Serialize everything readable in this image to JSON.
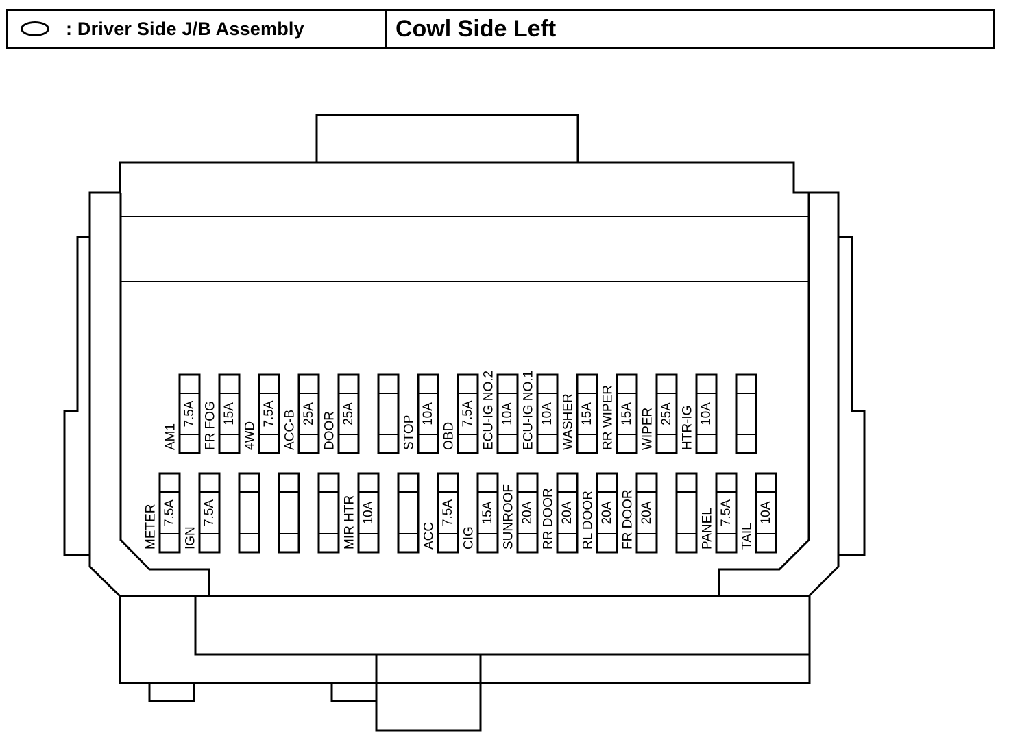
{
  "header": {
    "symbol_icon": "oval-symbol",
    "legend_text": ": Driver Side J/B Assembly",
    "location": "Cowl Side Left"
  },
  "fuses": {
    "top_row": [
      {
        "name": "AM1",
        "rating": "7.5A"
      },
      {
        "name": "FR FOG",
        "rating": "15A"
      },
      {
        "name": "4WD",
        "rating": "7.5A"
      },
      {
        "name": "ACC-B",
        "rating": "25A"
      },
      {
        "name": "DOOR",
        "rating": "25A"
      },
      {
        "name": "",
        "rating": ""
      },
      {
        "name": "STOP",
        "rating": "10A"
      },
      {
        "name": "OBD",
        "rating": "7.5A"
      },
      {
        "name": "ECU-IG NO.2",
        "rating": "10A"
      },
      {
        "name": "ECU-IG NO.1",
        "rating": "10A"
      },
      {
        "name": "WASHER",
        "rating": "15A"
      },
      {
        "name": "RR WIPER",
        "rating": "15A"
      },
      {
        "name": "WIPER",
        "rating": "25A"
      },
      {
        "name": "HTR-IG",
        "rating": "10A"
      },
      {
        "name": "",
        "rating": ""
      }
    ],
    "bottom_row": [
      {
        "name": "METER",
        "rating": "7.5A"
      },
      {
        "name": "IGN",
        "rating": "7.5A"
      },
      {
        "name": "",
        "rating": ""
      },
      {
        "name": "",
        "rating": ""
      },
      {
        "name": "",
        "rating": ""
      },
      {
        "name": "MIR HTR",
        "rating": "10A"
      },
      {
        "name": "",
        "rating": ""
      },
      {
        "name": "ACC",
        "rating": "7.5A"
      },
      {
        "name": "CIG",
        "rating": "15A"
      },
      {
        "name": "SUNROOF",
        "rating": "20A"
      },
      {
        "name": "RR DOOR",
        "rating": "20A"
      },
      {
        "name": "RL DOOR",
        "rating": "20A"
      },
      {
        "name": "FR DOOR",
        "rating": "20A"
      },
      {
        "name": "",
        "rating": ""
      },
      {
        "name": "PANEL",
        "rating": "7.5A"
      },
      {
        "name": "TAIL",
        "rating": "10A"
      }
    ]
  }
}
